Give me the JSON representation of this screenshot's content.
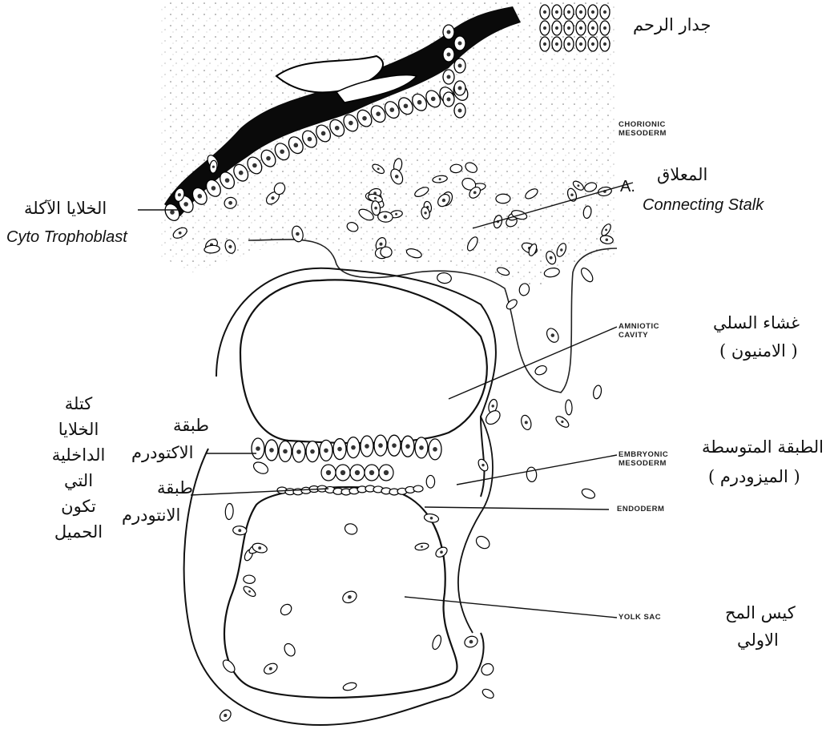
{
  "labels_ar": {
    "uterine_wall": "جدار الرحم",
    "connecting_stalk": "المعلاق",
    "cytotrophoblast": "الخلايا الآكلة",
    "amnion_line1": "غشاء السلي",
    "amnion_line2": "( الامنيون )",
    "inner_cell_mass": [
      "كتلة",
      "الخلايا",
      "الداخلية",
      "التي",
      "تكون",
      "الحميل"
    ],
    "ectoderm_line1": "طبقة",
    "ectoderm_line2": "الاكتودرم",
    "endoderm_line1": "طبقة",
    "endoderm_line2": "الانتودرم",
    "mesoderm_line1": "الطبقة المتوسطة",
    "mesoderm_line2": "( الميزودرم )",
    "yolk_sac_line1": "كيس المح",
    "yolk_sac_line2": "الاولي"
  },
  "labels_en": {
    "connecting_stalk": "Connecting Stalk",
    "connecting_stalk_marker": "A.",
    "cytotrophoblast": "Cyto Trophoblast"
  },
  "captions": {
    "chorionic_mesoderm_1": "CHORIONIC",
    "chorionic_mesoderm_2": "MESODERM",
    "amniotic_cavity_1": "AMNIOTIC",
    "amniotic_cavity_2": "CAVITY",
    "embryonic_mesoderm_1": "EMBRYONIC",
    "embryonic_mesoderm_2": "MESODERM",
    "endoderm": "ENDODERM",
    "yolk_sac": "YOLK SAC"
  },
  "colors": {
    "ink": "#111111",
    "tissue": "#f4f4f4",
    "dark_layer": "#0a0a0a"
  }
}
